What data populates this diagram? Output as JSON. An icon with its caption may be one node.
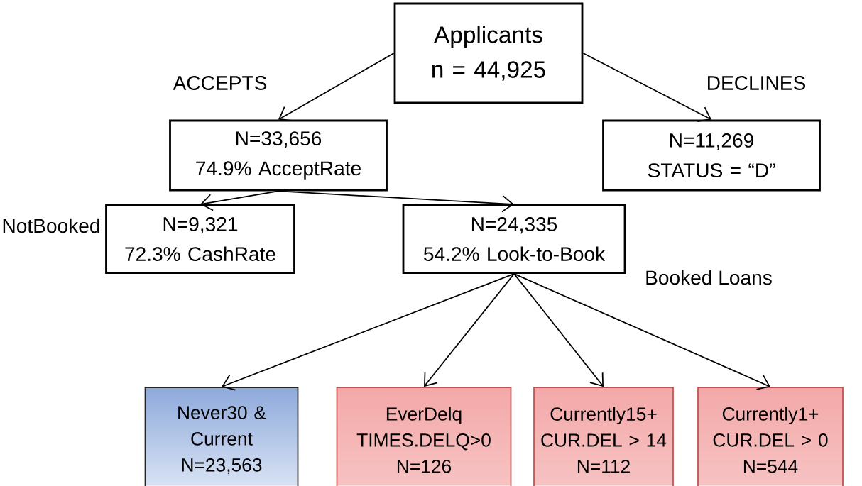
{
  "diagram": {
    "nodes": [
      {
        "text": [
          "Applicants",
          "n = 44,925"
        ]
      },
      {
        "text": [
          "N=33,656",
          "74.9% AcceptRate"
        ]
      },
      {
        "text": [
          "N=11,269",
          "STATUS = “D”"
        ]
      },
      {
        "text": [
          "N=9,321",
          "72.3% CashRate"
        ]
      },
      {
        "text": [
          "N=24,335",
          "54.2% Look-to-Book"
        ]
      },
      {
        "text": [
          "Never30 & Current",
          "N=23,563"
        ]
      },
      {
        "text": [
          "EverDelq",
          "TIMES.DELQ>0",
          "N=126"
        ]
      },
      {
        "text": [
          "Currently15+",
          "CUR.DEL > 14",
          "N=112"
        ]
      },
      {
        "text": [
          "Currently1+",
          "CUR.DEL > 0",
          "N=544"
        ]
      }
    ],
    "edges": [
      {
        "from": 0,
        "to": 1,
        "arrow": "to"
      },
      {
        "from": 0,
        "to": 2,
        "arrow": "to"
      },
      {
        "from": 1,
        "to": 3,
        "arrow": "to"
      },
      {
        "from": 1,
        "to": 4,
        "arrow": "to"
      },
      {
        "from": 4,
        "to": 5,
        "arrow": "to"
      },
      {
        "from": 4,
        "to": 6,
        "arrow": "to"
      },
      {
        "from": 4,
        "to": 7,
        "arrow": "to"
      },
      {
        "from": 4,
        "to": 8,
        "arrow": "to"
      }
    ],
    "labels": [
      "ACCEPTS",
      "DECLINES",
      "NotBooked",
      "Booked Loans"
    ]
  }
}
